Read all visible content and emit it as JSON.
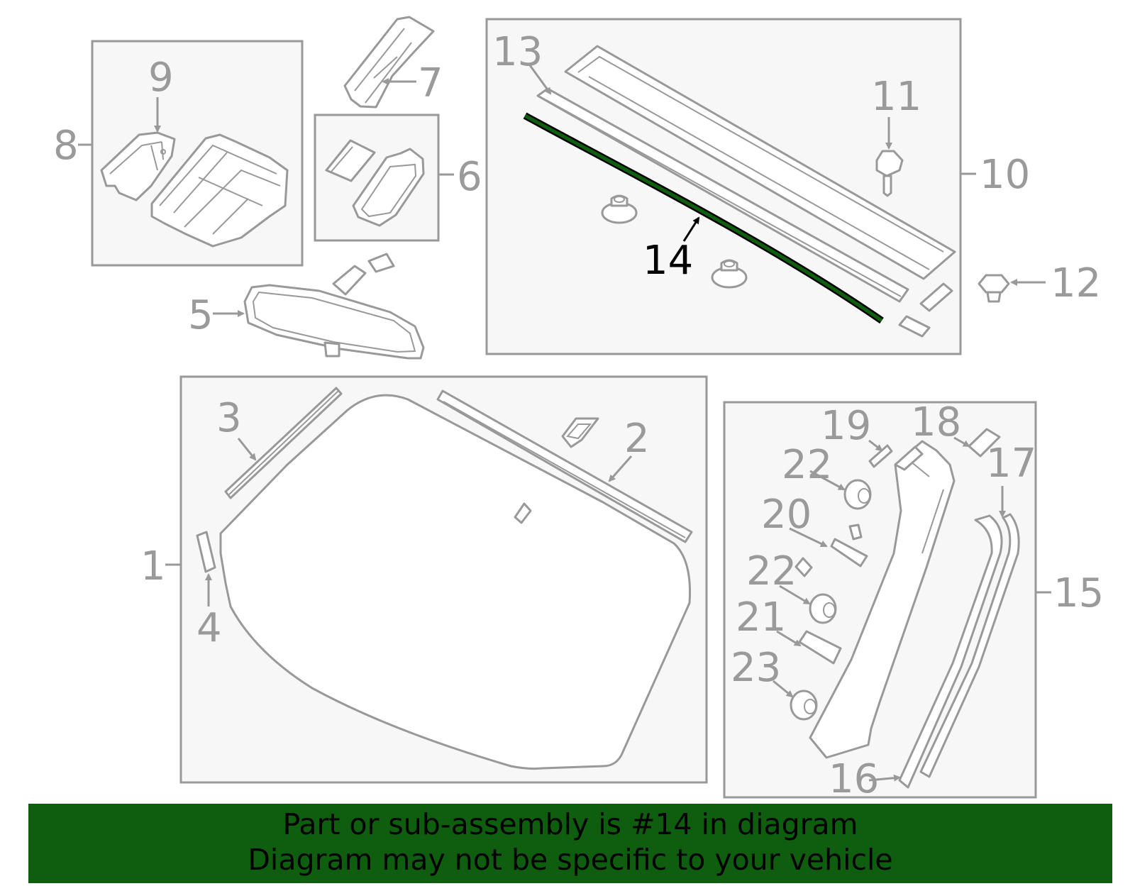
{
  "colors": {
    "line": "#999999",
    "box_fill": "#f7f7f7",
    "highlight": "#0f5e0f",
    "banner_bg": "#0f5e0f",
    "banner_text": "#000000"
  },
  "callouts": {
    "c1": "1",
    "c2": "2",
    "c3": "3",
    "c4": "4",
    "c5": "5",
    "c6": "6",
    "c7": "7",
    "c8": "8",
    "c9": "9",
    "c10": "10",
    "c11": "11",
    "c12": "12",
    "c13": "13",
    "c14": "14",
    "c15": "15",
    "c16": "16",
    "c17": "17",
    "c18": "18",
    "c19": "19",
    "c20": "20",
    "c21": "21",
    "c22a": "22",
    "c22b": "22",
    "c23": "23"
  },
  "highlighted_part": "14",
  "banner": {
    "line1": "Part or sub-assembly is #14 in diagram",
    "line2": "Diagram may not be specific to your vehicle"
  }
}
